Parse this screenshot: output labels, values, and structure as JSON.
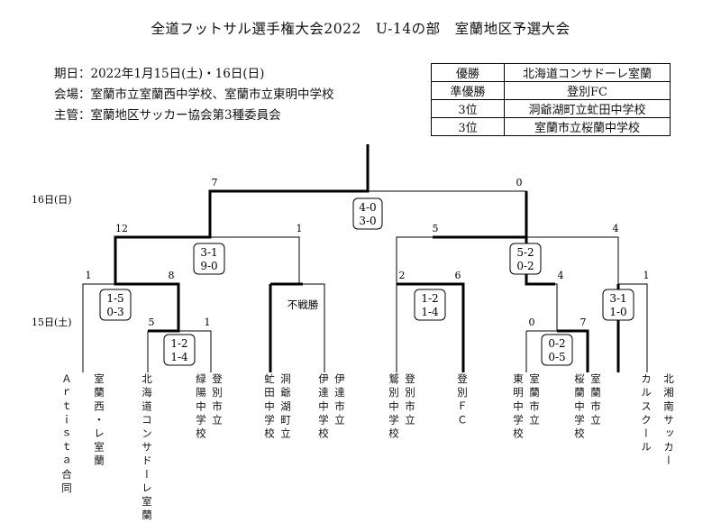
{
  "title": "全道フットサル選手権大会2022　U-14の部　室蘭地区予選大会",
  "info": {
    "date": "期日：2022年1月15日(土)・16日(日)",
    "venue": "会場：室蘭市立室蘭西中学校、室蘭市立東明中学校",
    "organizer": "主管：室蘭地区サッカー協会第3種委員会"
  },
  "results": [
    {
      "rank": "優勝",
      "team": "北海道コンサドーレ室蘭"
    },
    {
      "rank": "準優勝",
      "team": "登別FC"
    },
    {
      "rank": "3位",
      "team": "洞爺湖町立虻田中学校"
    },
    {
      "rank": "3位",
      "team": "室蘭市立桜蘭中学校"
    }
  ],
  "day_labels": {
    "day2": "16日(日)",
    "day1": "15日(土)"
  },
  "scores": {
    "final_left": "7",
    "final_right": "0",
    "sf1_left": "12",
    "sf1_right": "1",
    "sf2_left": "5",
    "sf2_right": "4",
    "qf1_left": "1",
    "qf1_right": "8",
    "qf2_left": "2",
    "qf2_right": "6",
    "qf3_left": "4",
    "qf3_right": "1",
    "r1a_left": "5",
    "r1a_right": "1",
    "r1b_left": "0",
    "r1b_right": "7"
  },
  "match_boxes": {
    "final": [
      "4-0",
      "3-0"
    ],
    "sf1": [
      "3-1",
      "9-0"
    ],
    "sf2": [
      "5-2",
      "0-2"
    ],
    "qf1": [
      "1-5",
      "0-3"
    ],
    "qf2": [
      "1-2",
      "1-4"
    ],
    "qf3": [
      "3-1",
      "1-0"
    ],
    "r1a": [
      "1-2",
      "1-4"
    ],
    "r1b": [
      "0-2",
      "0-5"
    ]
  },
  "walkover": "不戦勝",
  "teams": [
    "Ａｒｔｉｓｔａ合同",
    "室蘭西・レ室蘭",
    "北海道コンサドーレ室蘭",
    "緑陽中学校",
    "登別市立",
    "虻田中学校",
    "洞爺湖町立",
    "伊達中学校",
    "伊達市立",
    "鷲別中学校",
    "登別市立",
    "登別ＦＣ",
    "東明中学校",
    "室蘭市立",
    "桜蘭中学校",
    "室蘭市立",
    "カルスクール",
    "北湘南サッカー"
  ]
}
